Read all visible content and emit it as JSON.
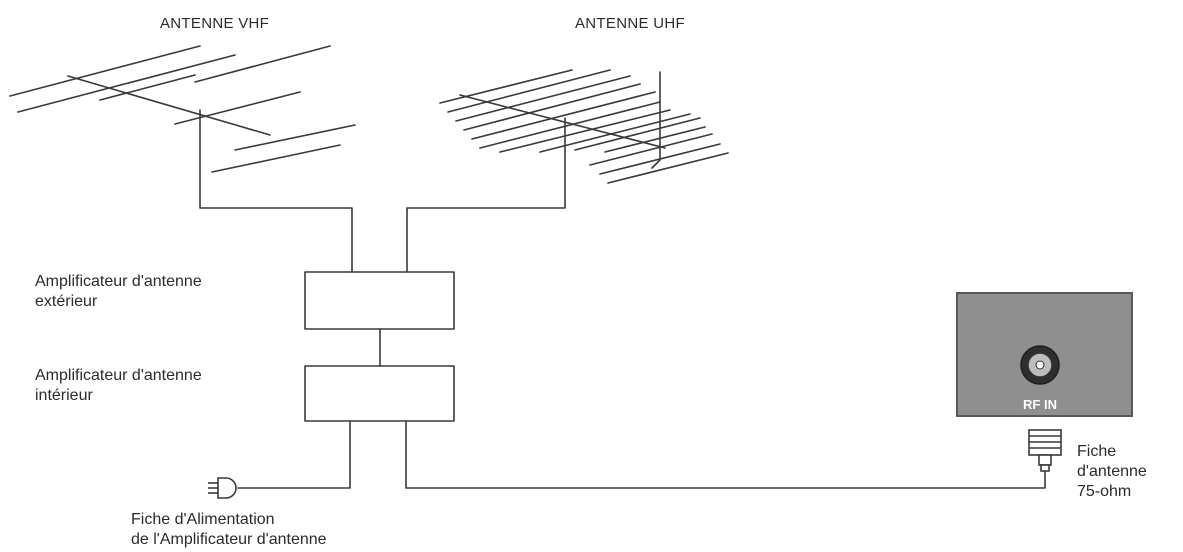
{
  "labels": {
    "vhf_antenna": "ANTENNE VHF",
    "uhf_antenna": "ANTENNE UHF",
    "outdoor_amp_line1": "Amplificateur  d'antenne",
    "outdoor_amp_line2": "extérieur",
    "indoor_amp_line1": "Amplificateur d'antenne",
    "indoor_amp_line2": "intérieur",
    "power_plug_line1": "Fiche d'Alimentation",
    "power_plug_line2": "de l'Amplificateur d'antenne",
    "rf_in": "RF IN",
    "antenna_plug_line1": "Fiche",
    "antenna_plug_line2": "d'antenne",
    "antenna_plug_line3": "75-ohm"
  },
  "colors": {
    "line": "#3a3a3a",
    "tv_panel": "#8f8f8f",
    "tv_panel_border": "#5a5a5a",
    "text": "#2b2b2b"
  }
}
